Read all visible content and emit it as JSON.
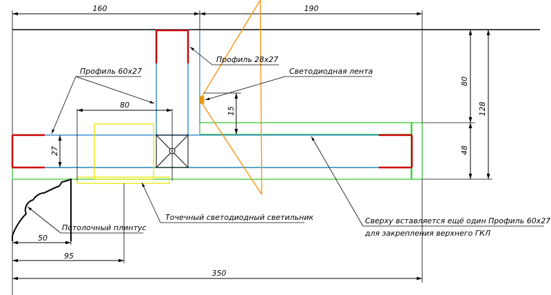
{
  "colors": {
    "line": "#000000",
    "profile": "#1f7fc8",
    "profile_end": "#cc0000",
    "drywall": "#33cc33",
    "luminaire": "#e6e600",
    "led_strip": "#ff8c00",
    "cross": "#000000"
  },
  "dimensions": {
    "d160": "160",
    "d190": "190",
    "d80_top": "80",
    "d27": "27",
    "d15": "15",
    "d80_right": "80",
    "d128": "128",
    "d48": "48",
    "d50": "50",
    "d95": "95",
    "d350": "350"
  },
  "labels": {
    "profile_60x27": "Профиль 60x27",
    "profile_28x27": "Профиль 28x27",
    "led_strip": "Светодиодная лента",
    "spot_light": "Точечный светодиодный светильник",
    "ceiling_plinth": "Потолочный плинтус",
    "note_line1": "Сверху вставляется ещё один Профиль 60x27",
    "note_line2": "для закрепления верхнего ГКЛ"
  }
}
